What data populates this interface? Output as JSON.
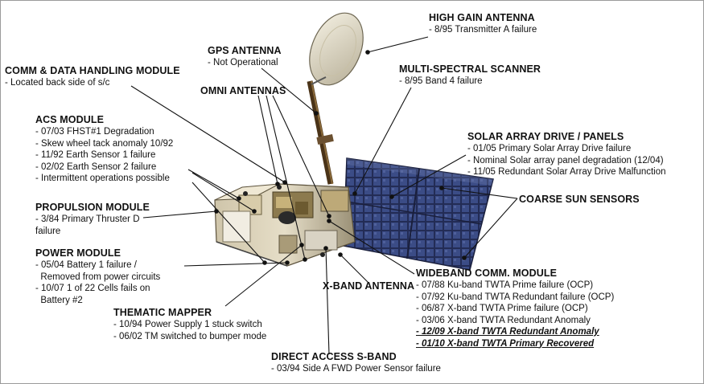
{
  "diagram": {
    "high_gain_antenna": {
      "title": "HIGH GAIN ANTENNA",
      "lines": [
        "- 8/95 Transmitter A  failure"
      ]
    },
    "gps_antenna": {
      "title": "GPS ANTENNA",
      "lines": [
        "- Not Operational"
      ]
    },
    "comm_data_handling": {
      "title": "COMM & DATA HANDLING MODULE",
      "lines": [
        "-  Located back side of s/c"
      ]
    },
    "omni_antennas": {
      "title": "OMNI ANTENNAS"
    },
    "multispectral_scanner": {
      "title": "MULTI-SPECTRAL SCANNER",
      "lines": [
        "- 8/95 Band 4 failure"
      ]
    },
    "acs_module": {
      "title": "ACS MODULE",
      "lines": [
        "- 07/03 FHST#1 Degradation",
        "- Skew wheel tack anomaly 10/92",
        "- 11/92 Earth Sensor 1 failure",
        "- 02/02 Earth Sensor 2 failure",
        "- Intermittent operations possible"
      ]
    },
    "solar_array": {
      "title": "SOLAR ARRAY DRIVE / PANELS",
      "lines": [
        "- 01/05 Primary Solar Array Drive failure",
        "- Nominal Solar array panel degradation (12/04)",
        "- 11/05 Redundant Solar Array Drive Malfunction"
      ]
    },
    "coarse_sun_sensors": {
      "title": "COARSE SUN SENSORS"
    },
    "propulsion_module": {
      "title": "PROPULSION MODULE",
      "lines": [
        "- 3/84 Primary Thruster D",
        "failure"
      ]
    },
    "power_module": {
      "title": "POWER MODULE",
      "lines": [
        "- 05/04 Battery 1 failure /",
        "  Removed from power circuits",
        "- 10/07 1 of 22 Cells fails on",
        "  Battery #2"
      ]
    },
    "xband_antenna": {
      "title": "X-BAND ANTENNA"
    },
    "wideband_comm": {
      "title": "WIDEBAND COMM. MODULE",
      "lines": [
        "- 07/88 Ku-band TWTA Prime failure (OCP)",
        "- 07/92 Ku-band TWTA Redundant failure (OCP)",
        "- 06/87 X-band TWTA Prime failure (OCP)",
        "- 03/06 X-band TWTA Redundant Anomaly"
      ],
      "highlight_lines": [
        "- 12/09 X-band TWTA Redundant Anomaly",
        "- 01/10 X-band TWTA Primary Recovered"
      ]
    },
    "thematic_mapper": {
      "title": "THEMATIC MAPPER",
      "lines": [
        "- 10/94 Power Supply 1 stuck switch",
        "- 06/02 TM switched to bumper mode"
      ]
    },
    "direct_access_sband": {
      "title": "DIRECT ACCESS S-BAND",
      "lines": [
        "- 03/94 Side A FWD Power Sensor failure"
      ]
    }
  }
}
